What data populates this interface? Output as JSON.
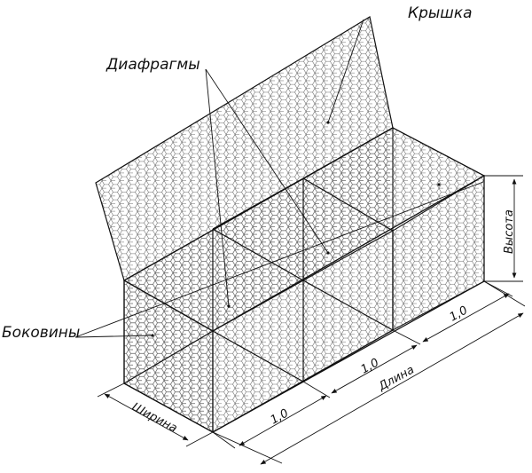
{
  "labels": {
    "lid": "Крышка",
    "diaphragms": "Диафрагмы",
    "sides": "Боковины",
    "height": "Высота",
    "width": "Ширина",
    "length": "Длина"
  },
  "dimensions": {
    "segment_1": "1,0",
    "segment_2": "1,0",
    "segment_3": "1,0"
  }
}
